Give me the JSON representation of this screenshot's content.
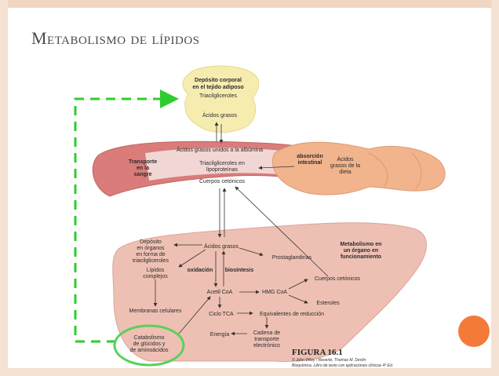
{
  "slide": {
    "title": "Metabolismo de lípidos",
    "colors": {
      "accent_orange": "#f47a3a",
      "dash_green": "#2ecc2e",
      "liver": "#eec0b3",
      "intestine": "#f2b48c",
      "vessel": "#d97c7a",
      "fat": "#f7ecb0"
    }
  },
  "diagram": {
    "fat_deposit": {
      "title_line1": "Depósito corporal",
      "title_line2": "en el tejido adiposo",
      "sub": "Triacilgliceroles",
      "fa": "Ácidos grasos"
    },
    "blood": {
      "fa_albumin": "Ácidos grasos unidos a la albúmina",
      "transport_line1": "Transporte",
      "transport_line2": "en la",
      "transport_line3": "sangre",
      "tg_line1": "Triacilgliceroles en",
      "tg_line2": "lipoproteínas",
      "ketones": "Cuerpos cetónicos"
    },
    "intestine": {
      "absorption_line1": "absorción",
      "absorption_line2": "intestinal",
      "diet_line1": "Ácidos",
      "diet_line2": "grasos de la",
      "diet_line3": "dieta"
    },
    "liver": {
      "deposit_line1": "Depósito",
      "deposit_line2": "en órganos",
      "deposit_line3": "en forma de",
      "deposit_line4": "triacilgliceroles",
      "fatty_acids": "Ácidos grasos",
      "prostaglandins": "Prostaglandinas",
      "metabolism_line1": "Metabolismo en",
      "metabolism_line2": "un órgano en",
      "metabolism_line3": "funcionamiento",
      "complex_line1": "Lípidos",
      "complex_line2": "complejos",
      "oxidation": "oxidación",
      "biosynthesis": "biosíntesis",
      "acetyl": "Acetil CoA",
      "hmg": "HMG CoA",
      "ketones": "Cuerpos cetónicos",
      "sterols": "Esteroles",
      "membranes": "Membranas celulares",
      "tca": "Ciclo TCA",
      "reducing": "Equivalentes de reducción",
      "catab_line1": "Catabolismo",
      "catab_line2": "de glúcidos y",
      "catab_line3": "de aminoácidos",
      "energy": "Energía",
      "chain_line1": "Cadena de",
      "chain_line2": "transporte",
      "chain_line3": "electrónico"
    },
    "figure": {
      "label": "FIGURA 16.1",
      "credit_line1": "© John Wiley / Reverté, Thomas M. Devlin",
      "credit_line2": "Bioquímica. Libro de texto con aplicaciones clínicas 4ª Ed."
    }
  }
}
